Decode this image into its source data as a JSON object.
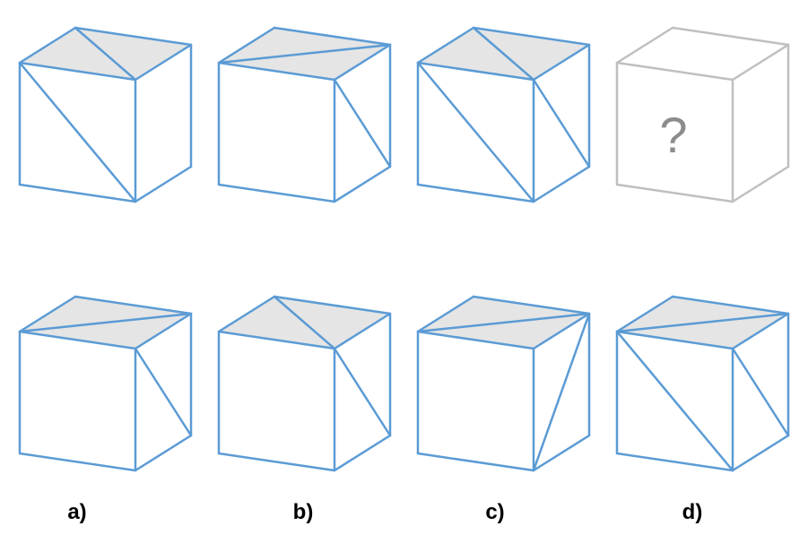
{
  "puzzle": {
    "stroke_color": "#5b9bd5",
    "top_face_fill": "#e5e5e5",
    "unknown_stroke_color": "#bfbfbf",
    "question_cube": {
      "symbol": "?",
      "symbol_color": "#8c8c8c"
    },
    "sequence": [
      {
        "top_diagonal": "back-left-to-front-right",
        "front_diagonal": "top-left-to-bottom-right",
        "right_diagonal": "none"
      },
      {
        "top_diagonal": "front-left-to-back-right",
        "front_diagonal": "none",
        "right_diagonal": "top-left-to-bottom-right"
      },
      {
        "top_diagonal": "back-left-to-front-right",
        "front_diagonal": "top-left-to-bottom-right",
        "right_diagonal": "top-left-to-bottom-right"
      }
    ],
    "options": [
      {
        "label": "a)",
        "top_diagonal": "front-left-to-back-right",
        "front_diagonal": "none",
        "right_diagonal": "top-left-to-bottom-right"
      },
      {
        "label": "b)",
        "top_diagonal": "back-left-to-front-right",
        "front_diagonal": "none",
        "right_diagonal": "top-left-to-bottom-right"
      },
      {
        "label": "c)",
        "top_diagonal": "front-left-to-back-right",
        "front_diagonal": "none",
        "right_diagonal": "bottom-left-to-top-right"
      },
      {
        "label": "d)",
        "top_diagonal": "front-left-to-back-right",
        "front_diagonal": "top-left-to-bottom-right",
        "right_diagonal": "top-left-to-bottom-right"
      }
    ]
  }
}
